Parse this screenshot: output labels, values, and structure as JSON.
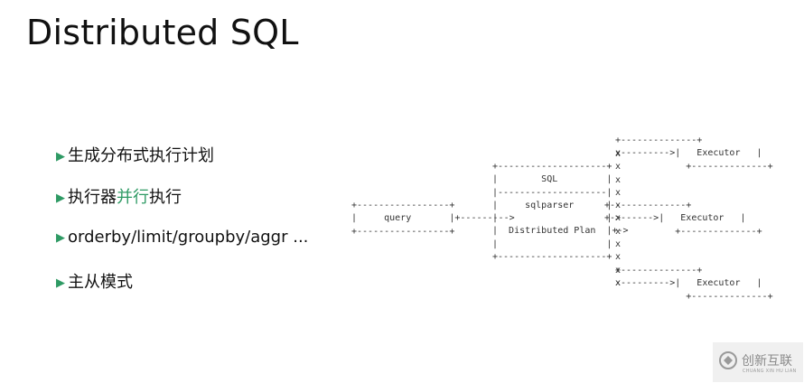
{
  "title": "Distributed SQL",
  "bullets": [
    {
      "arrow": "▶",
      "pre": "生成分布式执行计划",
      "highlight": "",
      "post": ""
    },
    {
      "arrow": "▶",
      "pre": "执行器",
      "highlight": "并行",
      "post": "执行"
    },
    {
      "arrow": "▶",
      "pre": "orderby/limit/groupby/aggr ...",
      "highlight": "",
      "post": ""
    },
    {
      "arrow": "▶",
      "pre": "主从模式",
      "highlight": "",
      "post": ""
    }
  ],
  "diagram": {
    "query_box": "+-----------------+\n|     query       |+--------->\n+-----------------+",
    "plan_box": "+--------------------+\n|        SQL         |\n|--------------------|\n|     sqlparser      |\n|                    |\n|  Distributed Plan  |+->\n|                    |\n+--------------------+",
    "x_column": "x\nx\nx\nx\nx\nx\nx\nx\nx\nx\nx",
    "executors": [
      "+--------------+\nx--------->|   Executor   |\n             +--------------+",
      "+--------------+\n+->------>|   Executor   |\n             +--------------+",
      "+--------------+\nx--------->|   Executor   |\n             +--------------+"
    ]
  },
  "watermark": {
    "icon": "chuangxin-logo-icon",
    "cn": "创新互联",
    "en": "CHUANG XIN HU LIAN"
  },
  "colors": {
    "accent": "#2e9a64",
    "text": "#111111",
    "diagram": "#333333",
    "watermark_bg": "#f0f0f0"
  }
}
